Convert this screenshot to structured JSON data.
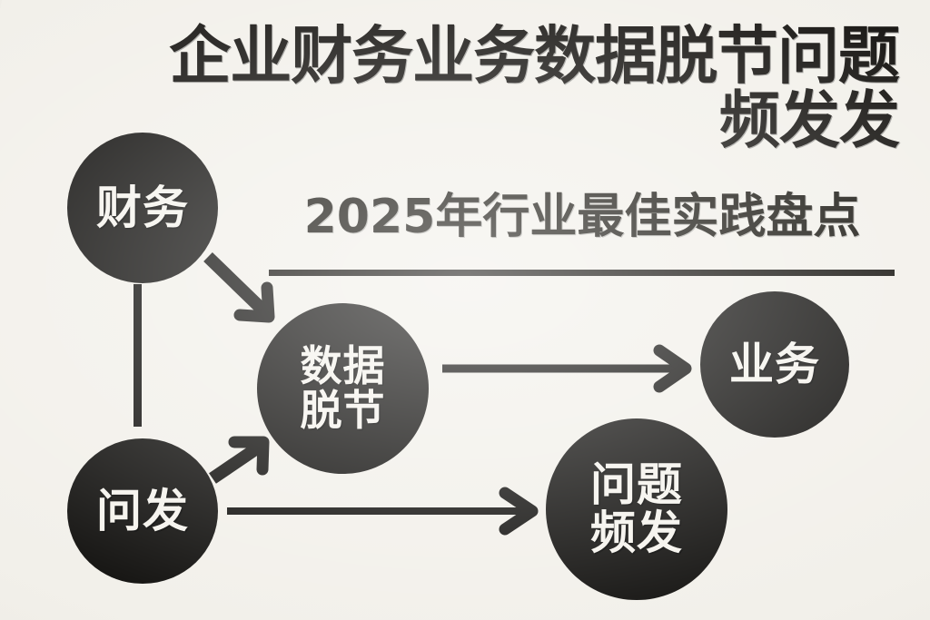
{
  "poster": {
    "background_color": "#f2f0ea",
    "ink_color": "#131210",
    "text_on_ink_color": "#f5f3ed"
  },
  "headline": {
    "line1": "企业财务业务数据脱节问题",
    "line2": "频发发"
  },
  "subtitle": {
    "text": "2025年行业最佳实践盘点"
  },
  "diagram": {
    "nodes": [
      {
        "id": "finance",
        "label": "财务",
        "line1": "财务",
        "line2": ""
      },
      {
        "id": "issues_src",
        "label": "问发",
        "line1": "问发",
        "line2": ""
      },
      {
        "id": "data_gap",
        "label": "数据脱节",
        "line1": "数据",
        "line2": "脱节"
      },
      {
        "id": "business",
        "label": "业务",
        "line1": "业务",
        "line2": ""
      },
      {
        "id": "frequent",
        "label": "问题频发",
        "line1": "问题",
        "line2": "频发"
      }
    ],
    "connectors": [
      {
        "id": "finance-to-issues-src",
        "kind": "line",
        "from": "finance",
        "to": "issues_src",
        "direction": "vertical"
      },
      {
        "id": "finance-to-data-gap",
        "kind": "arrow",
        "from": "finance",
        "to": "data_gap",
        "direction": "down-right"
      },
      {
        "id": "issues-src-to-data-gap",
        "kind": "arrow",
        "from": "issues_src",
        "to": "data_gap",
        "direction": "up-right"
      },
      {
        "id": "data-gap-to-business",
        "kind": "arrow",
        "from": "data_gap",
        "to": "business",
        "direction": "right"
      },
      {
        "id": "issues-src-to-frequent",
        "kind": "arrow",
        "from": "issues_src",
        "to": "frequent",
        "direction": "right"
      }
    ]
  }
}
